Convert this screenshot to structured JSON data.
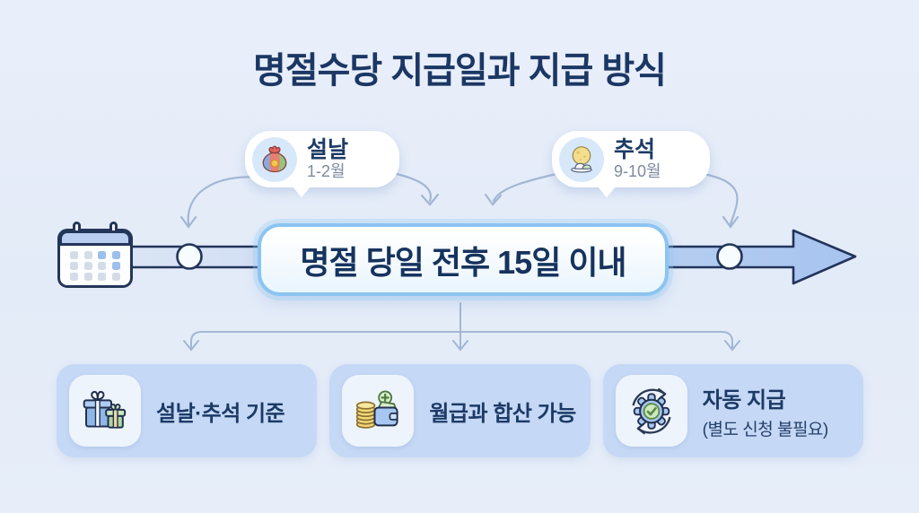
{
  "header": {
    "title": "명절수당 지급일과 지급 방식"
  },
  "bubbles": [
    {
      "label": "설날",
      "period": "1-2월",
      "icon": "lucky-bag-icon"
    },
    {
      "label": "추석",
      "period": "9-10월",
      "icon": "moon-songpyeon-icon"
    }
  ],
  "timeline": {
    "label": "명절 당일 전후 15일 이내",
    "start_icon": "calendar-icon",
    "node_count": 2,
    "direction": "left-to-right"
  },
  "cards": [
    {
      "label": "설날·추석 기준",
      "icon": "gift-boxes-icon"
    },
    {
      "label": "월급과 합산 가능",
      "icon": "coins-wallet-icon"
    },
    {
      "label": "자동 지급",
      "sublabel": "(별도 신청 불필요)",
      "icon": "gear-check-icon"
    }
  ],
  "colors": {
    "background": "#e6edf8",
    "title_text": "#1b3764",
    "outline_navy": "#22345a",
    "timeline_fill_start": "#dde6f5",
    "timeline_fill_end": "#a6c4ef",
    "box_border": "#8cc4f1",
    "card_background": "#c5d8f5",
    "connector": "#a3b6d4",
    "muted_text": "#7e8aa0"
  }
}
